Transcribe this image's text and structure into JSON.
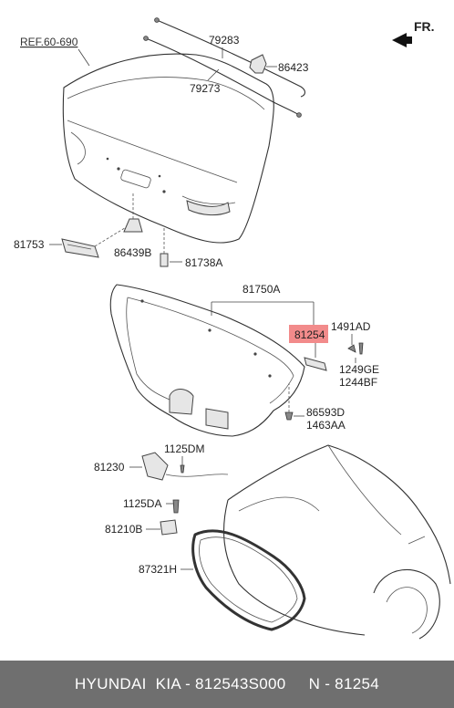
{
  "diagram": {
    "fr_label": "FR.",
    "ref_label": "REF.60-690",
    "parts": {
      "p79283": "79283",
      "p79273": "79273",
      "p86423": "86423",
      "p81753": "81753",
      "p86439B": "86439B",
      "p81738A": "81738A",
      "p81750A": "81750A",
      "p81254": "81254",
      "p1491AD": "1491AD",
      "p1249GE": "1249GE",
      "p1244BF": "1244BF",
      "p86593D": "86593D",
      "p1463AA": "1463AA",
      "p1125DM": "1125DM",
      "p81230": "81230",
      "p1125DA": "1125DA",
      "p81210B": "81210B",
      "p87321H": "87321H"
    },
    "highlight_color": "#f28b8b"
  },
  "footer": {
    "text": "HYUNDAI  KIA - 812543S000     N - 81254"
  }
}
